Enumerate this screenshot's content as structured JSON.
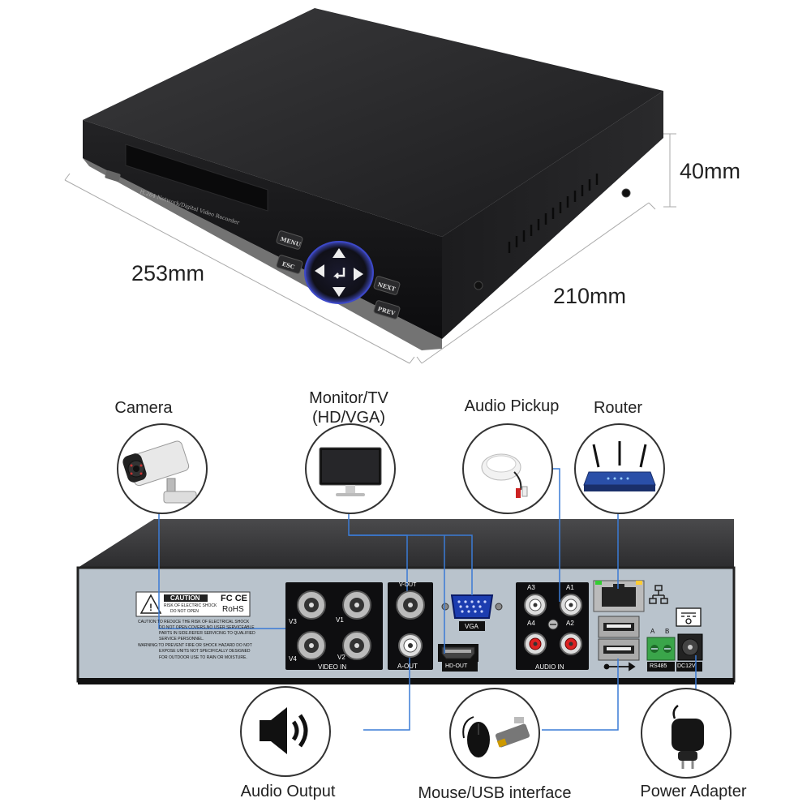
{
  "dimensions": {
    "width": "253mm",
    "depth": "210mm",
    "height": "40mm"
  },
  "front_panel": {
    "model_text": "H.264 Network/Digital Video Recorder",
    "buttons": {
      "menu": "MENU",
      "esc": "ESC",
      "next": "NEXT",
      "prev": "PREV"
    }
  },
  "devices": {
    "camera": "Camera",
    "monitor_line1": "Monitor/TV",
    "monitor_line2": "(HD/VGA)",
    "audio_pickup": "Audio Pickup",
    "router": "Router",
    "audio_output": "Audio Output",
    "mouse_usb": "Mouse/USB interface",
    "power_adapter": "Power Adapter"
  },
  "rear_panel": {
    "caution_title": "CAUTION",
    "caution_sub1": "RISK OF ELECTRIC SHOCK",
    "caution_sub2": "DO NOT OPEN",
    "fcc": "FC CE",
    "rohs": "RoHS",
    "warn_1": "CAUTION:TO REDUCE THE RISK OF ELECTRICAL SHOCK",
    "warn_2": "DO NOT OPEN COVERS,NO USER SERVICEABLE",
    "warn_3": "PARTS IN SIDE.REFER SERVICING TO QUALIFIED",
    "warn_4": "SERVICE PERSONNEL.",
    "warn_5": "WARNING:TO PREVENT FIRE OR SHOCK HAZARD DO NOT",
    "warn_6": "EXPOSE UNITS NOT SPECIFICALLY DESIGNED",
    "warn_7": "FOR OUTDOOR USE TO RAIN OR MOISTURE.",
    "v1": "V1",
    "v2": "V2",
    "v3": "V3",
    "v4": "V4",
    "video_in": "VIDEO IN",
    "v_out": "V-OUT",
    "a_out": "A-OUT",
    "vga": "VGA",
    "hd_out": "HD-OUT",
    "a1": "A1",
    "a2": "A2",
    "a3": "A3",
    "a4": "A4",
    "audio_in": "AUDIO IN",
    "rs485_a": "A",
    "rs485_b": "B",
    "rs485": "RS485",
    "dc12v": "DC12V"
  }
}
